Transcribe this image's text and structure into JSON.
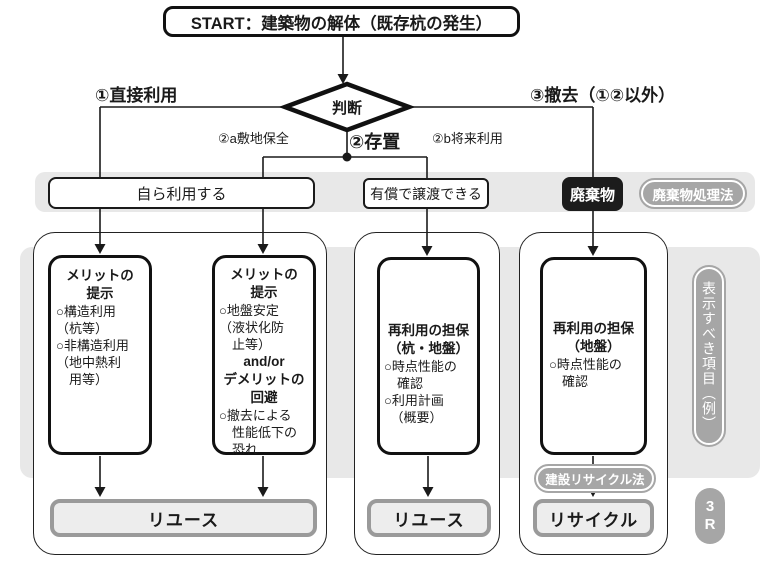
{
  "start": {
    "label": "START：建築物の解体（既存杭の発生）"
  },
  "decision": {
    "label": "判断"
  },
  "branches": {
    "direct_use": "①直接利用",
    "leave_in_place": "②存置",
    "site_preservation": "②a敷地保全",
    "future_use": "②b将来利用",
    "removal": "③撤去（①②以外）"
  },
  "band": {
    "self_use": "自ら利用する",
    "paid_transfer": "有償で譲渡できる",
    "waste": "廃棄物",
    "waste_law": "廃棄物処理法"
  },
  "columns": [
    {
      "heading": "メリットの\n提示",
      "body": "○構造利用\n（杭等）\n○非構造利用\n（地中熱利\n　用等）"
    },
    {
      "heading": "メリットの\n提示",
      "body": "○地盤安定\n（液状化防\n　止等）",
      "andor": "and/or",
      "heading2": "デメリットの\n回避",
      "body2": "○撤去による\n　性能低下の\n　恐れ"
    },
    {
      "heading": "再利用の担保\n（杭・地盤）",
      "body": "○時点性能の\n　確認\n○利用計画\n　（概要）"
    },
    {
      "heading": "再利用の担保\n（地盤）",
      "body": "○時点性能の\n　確認"
    }
  ],
  "recycle_law": "建設リサイクル法",
  "results": [
    {
      "label": "リユース"
    },
    {
      "label": "リユース"
    },
    {
      "label": "リサイクル"
    }
  ],
  "side": {
    "display_items": "表示すべき項目（例）",
    "three_r": "3\nR"
  },
  "colors": {
    "band_gray": "#e8e8e8",
    "pill_gray": "#a6a6a6",
    "waste_black": "#1c1c1c",
    "result_fill": "#ededed",
    "result_border": "#9a9a9a",
    "line": "#1a1a1a"
  }
}
